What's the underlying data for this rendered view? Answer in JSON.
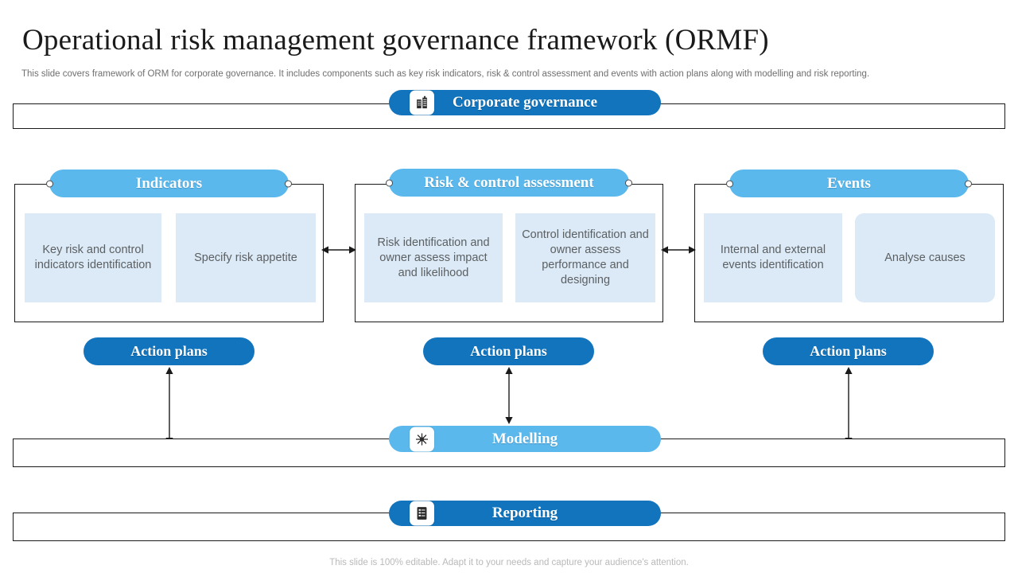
{
  "header": {
    "title": "Operational risk management governance framework (ORMF)",
    "subtitle": "This slide covers framework of ORM  for corporate governance. It includes components such as key risk indicators, risk & control assessment and events with action plans along with modelling and risk reporting."
  },
  "governance": {
    "label": "Corporate governance",
    "icon": "building-icon"
  },
  "columns": [
    {
      "label": "Indicators",
      "action_label": "Action plans",
      "cards": [
        {
          "text": "Key risk and control indicators identification",
          "rounded": false
        },
        {
          "text": "Specify risk appetite",
          "rounded": false
        }
      ]
    },
    {
      "label": "Risk & control assessment",
      "action_label": "Action plans",
      "cards": [
        {
          "text": "Risk identification and owner assess impact and likelihood",
          "rounded": false
        },
        {
          "text": "Control identification and owner assess performance and designing",
          "rounded": false
        }
      ]
    },
    {
      "label": "Events",
      "action_label": "Action plans",
      "cards": [
        {
          "text": "Internal  and external events identification",
          "rounded": false
        },
        {
          "text": "Analyse causes",
          "rounded": true
        }
      ]
    }
  ],
  "modelling": {
    "label": "Modelling",
    "icon": "hub-network-icon"
  },
  "reporting": {
    "label": "Reporting",
    "icon": "report-document-icon"
  },
  "footer": {
    "note": "This slide is 100% editable. Adapt it to your needs and capture your audience's attention."
  },
  "colors": {
    "dark_blue": "#1174bd",
    "light_blue": "#5bb8ec",
    "card_fill": "#dbeaf6",
    "line": "#1a1a1a",
    "body_text": "#5c6063"
  }
}
